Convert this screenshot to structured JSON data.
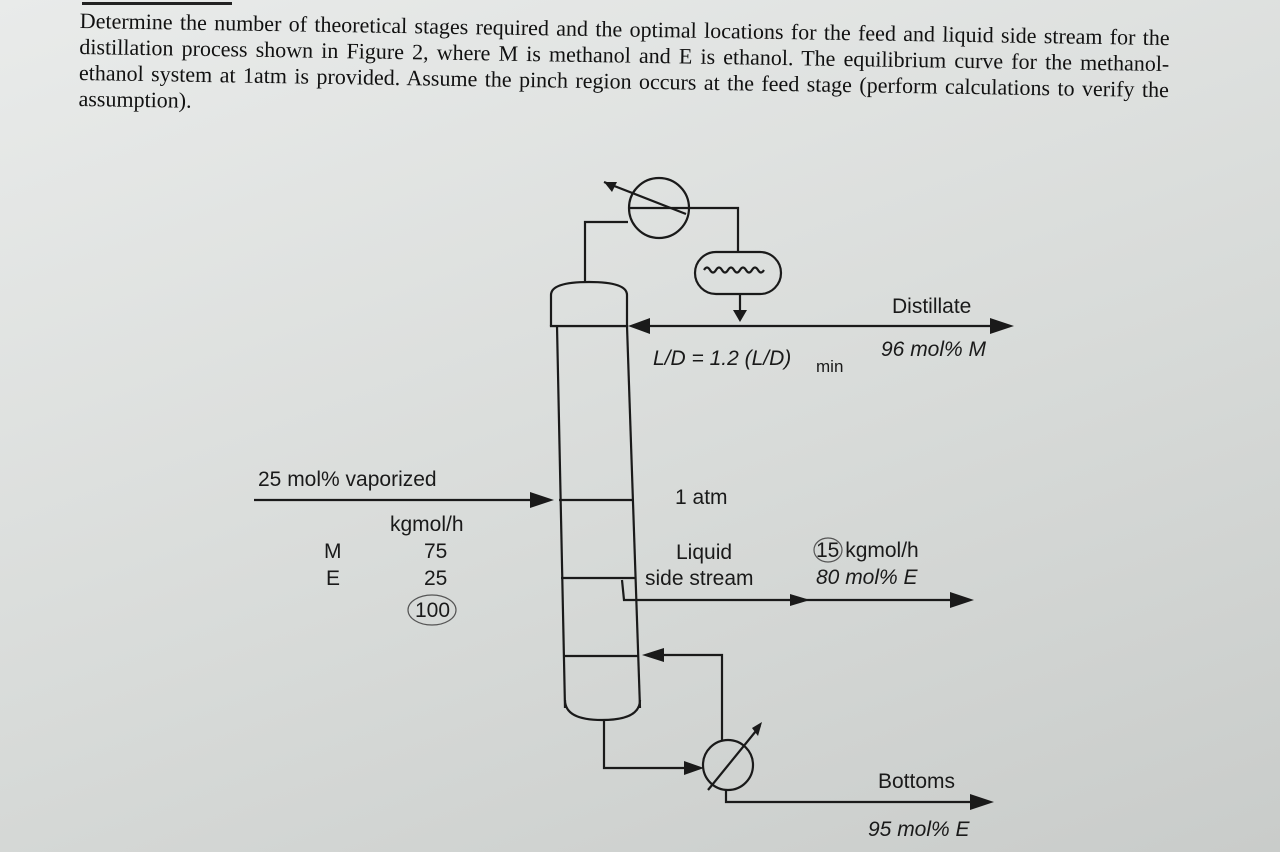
{
  "problem": {
    "text": "Determine the number of theoretical stages required and the optimal locations for the feed and liquid side stream for the distillation process shown in Figure 2, where M is methanol and E is ethanol. The equilibrium curve for the methanol-ethanol system at 1atm is provided. Assume the pinch region occurs at the feed stage (perform calculations to verify the assumption)."
  },
  "diagram": {
    "reflux_ratio": "L/D = 1.2 (L/D)",
    "reflux_ratio_sub": "min",
    "distillate": {
      "label": "Distillate",
      "composition": "96 mol% M"
    },
    "pressure": "1 atm",
    "feed": {
      "vapor_fraction": "25 mol% vaporized",
      "units": "kgmol/h",
      "rows": [
        {
          "component": "M",
          "flow": "75"
        },
        {
          "component": "E",
          "flow": "25"
        }
      ],
      "total": "100"
    },
    "side_stream": {
      "label_line1": "Liquid",
      "label_line2": "side stream",
      "flow": "15 kgmol/h",
      "composition": "80 mol% E"
    },
    "bottoms": {
      "label": "Bottoms",
      "composition": "95 mol% E"
    }
  }
}
